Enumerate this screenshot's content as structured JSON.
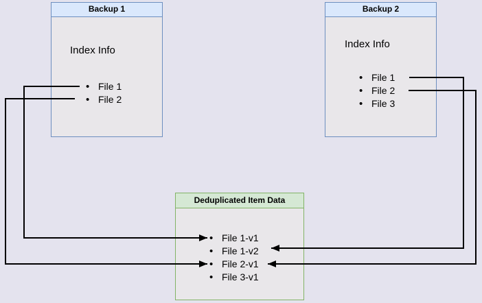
{
  "diagram": {
    "background_color": "#e4e3ee",
    "line_color": "#000000",
    "boxes": {
      "backup1": {
        "title": "Backup 1",
        "label": "Index Info",
        "header_fill": "#dae8fc",
        "border_color": "#6c8ebf",
        "items": [
          "File 1",
          "File 2"
        ]
      },
      "backup2": {
        "title": "Backup 2",
        "label": "Index Info",
        "header_fill": "#dae8fc",
        "border_color": "#6c8ebf",
        "items": [
          "File 1",
          "File 2",
          "File 3"
        ]
      },
      "dedup": {
        "title": "Deduplicated Item Data",
        "header_fill": "#d5e8d4",
        "border_color": "#82b366",
        "items": [
          "File 1-v1",
          "File 1-v2",
          "File 2-v1",
          "File 3-v1"
        ]
      }
    },
    "connections": [
      {
        "from": "Backup 1 / File 1",
        "to": "Deduplicated Item Data / File 1-v1",
        "route": "left"
      },
      {
        "from": "Backup 1 / File 2",
        "to": "Deduplicated Item Data / File 2-v1",
        "route": "left"
      },
      {
        "from": "Backup 2 / File 1",
        "to": "Deduplicated Item Data / File 1-v2",
        "route": "right"
      },
      {
        "from": "Backup 2 / File 2",
        "to": "Deduplicated Item Data / File 2-v1",
        "route": "right"
      }
    ]
  }
}
